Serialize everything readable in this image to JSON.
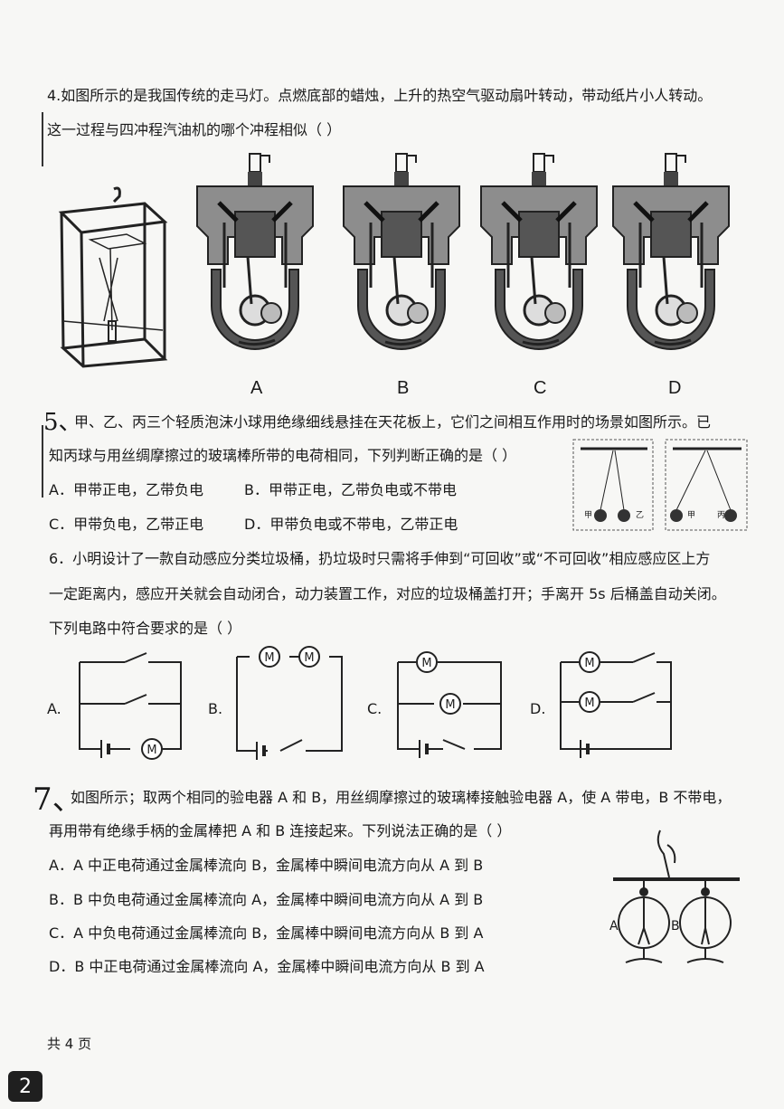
{
  "q4": {
    "line1": "4.如图所示的是我国传统的走马灯。点燃底部的蜡烛，上升的热空气驱动扇叶转动，带动纸片小人转动。",
    "line2": "这一过程与四冲程汽油机的哪个冲程相似（        ）",
    "engine_labels": [
      "A",
      "B",
      "C",
      "D"
    ]
  },
  "q5": {
    "number": "5、",
    "line1": "甲、乙、丙三个轻质泡沫小球用绝缘细线悬挂在天花板上，它们之间相互作用时的场景如图所示。已",
    "line2": "知丙球与用丝绸摩擦过的玻璃棒所带的电荷相同，下列判断正确的是（        ）",
    "options": [
      "A．甲带正电，乙带负电",
      "B．甲带正电，乙带负电或不带电",
      "C．甲带负电，乙带正电",
      "D．甲带负电或不带电，乙带正电"
    ],
    "ball_labels": [
      "甲",
      "乙",
      "甲",
      "丙"
    ]
  },
  "q6": {
    "line1": "6．小明设计了一款自动感应分类垃圾桶，扔垃圾时只需将手伸到“可回收”或“不可回收”相应感应区上方",
    "line2": "一定距离内，感应开关就会自动闭合，动力装置工作，对应的垃圾桶盖打开；手离开 5s 后桶盖自动关闭。",
    "line3": "下列电路中符合要求的是（        ）",
    "circuit_labels": [
      "A.",
      "B.",
      "C.",
      "D."
    ],
    "motor_symbol": "M"
  },
  "q7": {
    "number": "7、",
    "line1": "如图所示；取两个相同的验电器 A 和 B，用丝绸摩擦过的玻璃棒接触验电器 A，使 A 带电，B 不带电，",
    "line2": "再用带有绝缘手柄的金属棒把 A 和 B 连接起来。下列说法正确的是（        ）",
    "options": [
      "A．A 中正电荷通过金属棒流向 B，金属棒中瞬间电流方向从 A 到 B",
      "B．B 中负电荷通过金属棒流向 A，金属棒中瞬间电流方向从 A 到 B",
      "C．A 中负电荷通过金属棒流向 B，金属棒中瞬间电流方向从 B 到 A",
      "D．B 中正电荷通过金属棒流向 A，金属棒中瞬间电流方向从 B 到 A"
    ],
    "electroscope_labels": [
      "A",
      "B"
    ]
  },
  "footer": {
    "total_pages": "共 4 页",
    "page_no": "2"
  }
}
